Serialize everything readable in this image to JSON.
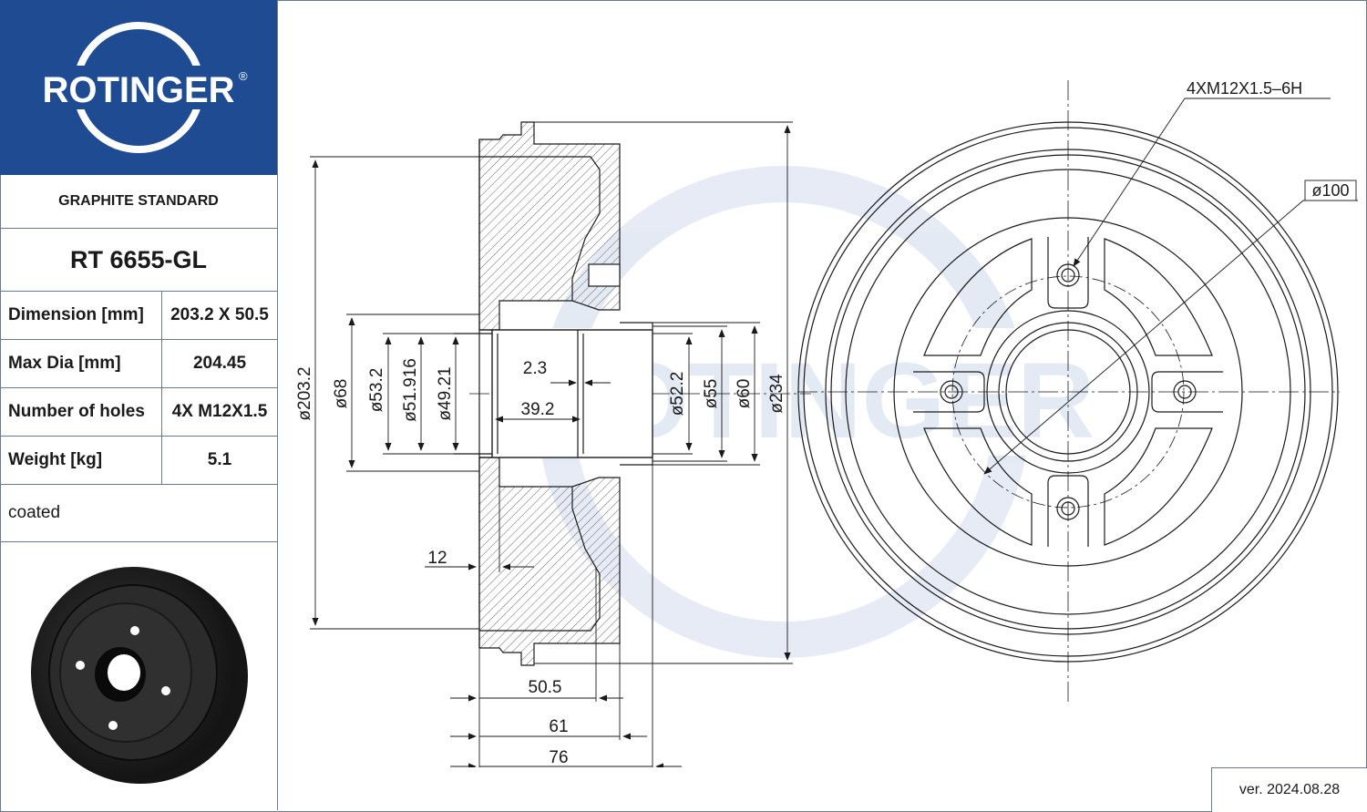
{
  "brand": {
    "name": "ROTINGER",
    "mark": "®",
    "color": "#1f4b93"
  },
  "panel": {
    "subtitle": "GRAPHITE STANDARD",
    "part_number": "RT 6655-GL",
    "specs": [
      {
        "label": "Dimension [mm]",
        "value": "203.2 X 50.5"
      },
      {
        "label": "Max Dia [mm]",
        "value": "204.45"
      },
      {
        "label": "Number of holes",
        "value": "4X M12X1.5"
      },
      {
        "label": "Weight [kg]",
        "value": "5.1"
      }
    ],
    "note": "coated"
  },
  "drawing": {
    "watermark": "ROTINGER",
    "section_dims": {
      "d203": "ø203.2",
      "d68": "ø68",
      "d53": "ø53.2",
      "d51": "ø51.916",
      "d49": "ø49.21",
      "d52": "ø52.2",
      "d55": "ø55",
      "d60": "ø60",
      "d234": "ø234",
      "t23": "2.3",
      "t392": "39.2",
      "t12": "12",
      "t505": "50.5",
      "t61": "61",
      "t76": "76"
    },
    "face_dims": {
      "thread": "4XM12X1.5–6H",
      "pcd": "ø100"
    }
  },
  "version": "ver. 2024.08.28"
}
